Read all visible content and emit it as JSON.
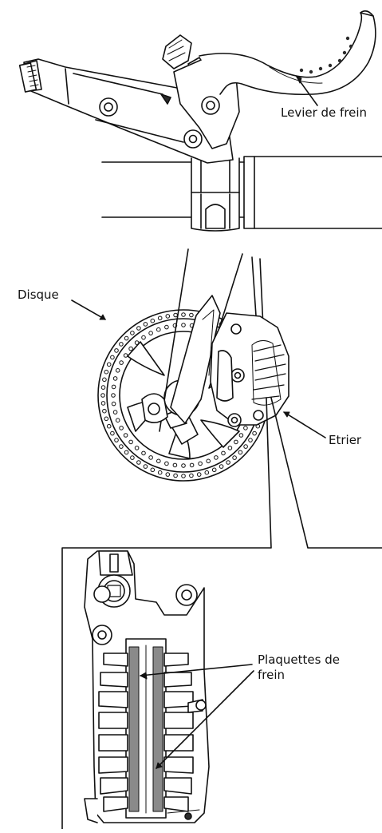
{
  "labels": {
    "brake_lever": "Levier de frein",
    "disc": "Disque",
    "caliper": "Etrier",
    "pads_line1": "Plaquettes de",
    "pads_line2": "frein"
  },
  "colors": {
    "ink": "#111111",
    "background": "#ffffff",
    "metal_shade": "#8a8a8a",
    "dark_shade": "#2b2b2b"
  }
}
